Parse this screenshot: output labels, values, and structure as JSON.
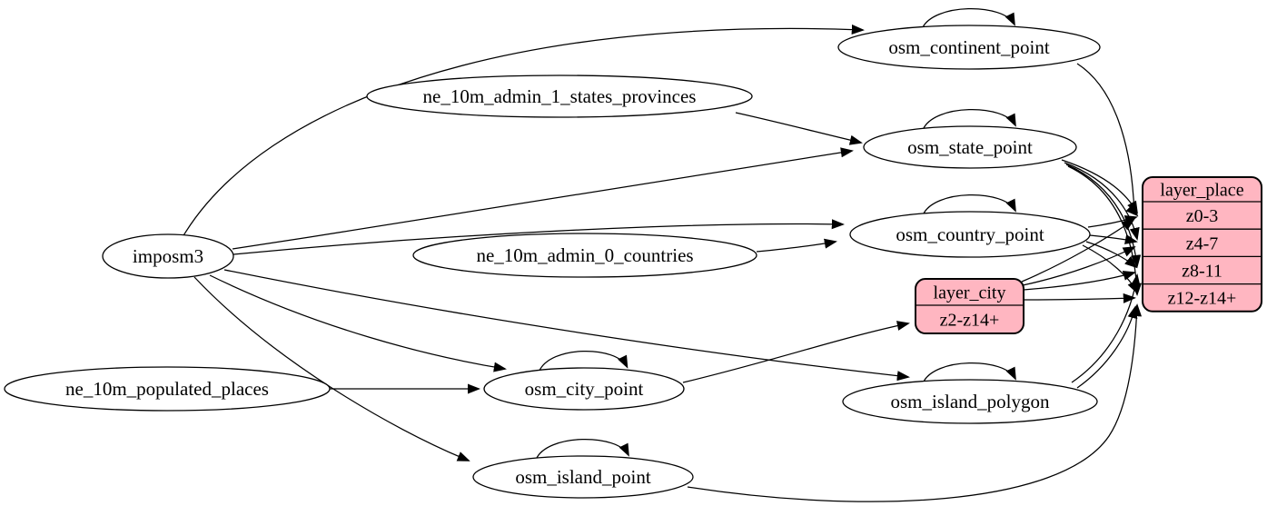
{
  "diagram": {
    "kind": "etl-graph",
    "colors": {
      "background": "#ffffff",
      "table_fill": "#ffffff",
      "layer_fill": "#ffb6c1",
      "stroke": "#000000",
      "edge": "#000000"
    },
    "nodes": [
      {
        "id": "imposm3",
        "label": "imposm3",
        "kind": "source",
        "shape": "ellipse"
      },
      {
        "id": "ne_10m_admin_1_states_provinces",
        "label": "ne_10m_admin_1_states_provinces",
        "kind": "source",
        "shape": "ellipse"
      },
      {
        "id": "ne_10m_admin_0_countries",
        "label": "ne_10m_admin_0_countries",
        "kind": "source",
        "shape": "ellipse"
      },
      {
        "id": "ne_10m_populated_places",
        "label": "ne_10m_populated_places",
        "kind": "source",
        "shape": "ellipse"
      },
      {
        "id": "osm_continent_point",
        "label": "osm_continent_point",
        "kind": "table",
        "shape": "ellipse"
      },
      {
        "id": "osm_state_point",
        "label": "osm_state_point",
        "kind": "table",
        "shape": "ellipse"
      },
      {
        "id": "osm_country_point",
        "label": "osm_country_point",
        "kind": "table",
        "shape": "ellipse"
      },
      {
        "id": "osm_city_point",
        "label": "osm_city_point",
        "kind": "table",
        "shape": "ellipse"
      },
      {
        "id": "osm_island_polygon",
        "label": "osm_island_polygon",
        "kind": "table",
        "shape": "ellipse"
      },
      {
        "id": "osm_island_point",
        "label": "osm_island_point",
        "kind": "table",
        "shape": "ellipse"
      },
      {
        "id": "layer_city",
        "label": "layer_city",
        "kind": "layer",
        "shape": "record",
        "rows": [
          "z2-z14+"
        ]
      },
      {
        "id": "layer_place",
        "label": "layer_place",
        "kind": "layer",
        "shape": "record",
        "rows": [
          "z0-3",
          "z4-7",
          "z8-11",
          "z12-z14+"
        ]
      }
    ],
    "edges": [
      {
        "from": "imposm3",
        "to": "osm_continent_point"
      },
      {
        "from": "imposm3",
        "to": "osm_state_point"
      },
      {
        "from": "imposm3",
        "to": "osm_country_point"
      },
      {
        "from": "imposm3",
        "to": "osm_city_point"
      },
      {
        "from": "imposm3",
        "to": "osm_island_polygon"
      },
      {
        "from": "imposm3",
        "to": "osm_island_point"
      },
      {
        "from": "ne_10m_admin_1_states_provinces",
        "to": "osm_state_point"
      },
      {
        "from": "ne_10m_admin_0_countries",
        "to": "osm_country_point"
      },
      {
        "from": "ne_10m_populated_places",
        "to": "osm_city_point"
      },
      {
        "from": "osm_continent_point",
        "to": "osm_continent_point"
      },
      {
        "from": "osm_state_point",
        "to": "osm_state_point"
      },
      {
        "from": "osm_country_point",
        "to": "osm_country_point"
      },
      {
        "from": "osm_city_point",
        "to": "osm_city_point"
      },
      {
        "from": "osm_island_polygon",
        "to": "osm_island_polygon"
      },
      {
        "from": "osm_island_point",
        "to": "osm_island_point"
      },
      {
        "from": "osm_continent_point",
        "to": "layer_place",
        "row": "z0-3"
      },
      {
        "from": "osm_state_point",
        "to": "layer_place",
        "row": "z0-3"
      },
      {
        "from": "osm_state_point",
        "to": "layer_place",
        "row": "z4-7"
      },
      {
        "from": "osm_state_point",
        "to": "layer_place",
        "row": "z8-11"
      },
      {
        "from": "osm_state_point",
        "to": "layer_place",
        "row": "z12-z14+"
      },
      {
        "from": "osm_country_point",
        "to": "layer_place",
        "row": "z0-3"
      },
      {
        "from": "osm_country_point",
        "to": "layer_place",
        "row": "z4-7"
      },
      {
        "from": "osm_country_point",
        "to": "layer_place",
        "row": "z8-11"
      },
      {
        "from": "osm_country_point",
        "to": "layer_place",
        "row": "z12-z14+"
      },
      {
        "from": "osm_city_point",
        "to": "layer_city",
        "row": "z2-z14+"
      },
      {
        "from": "layer_city",
        "to": "layer_place",
        "row": "z0-3"
      },
      {
        "from": "layer_city",
        "to": "layer_place",
        "row": "z4-7"
      },
      {
        "from": "layer_city",
        "to": "layer_place",
        "row": "z8-11"
      },
      {
        "from": "layer_city",
        "to": "layer_place",
        "row": "z12-z14+"
      },
      {
        "from": "osm_island_polygon",
        "to": "layer_place",
        "row": "z8-11"
      },
      {
        "from": "osm_island_polygon",
        "to": "layer_place",
        "row": "z12-z14+"
      },
      {
        "from": "osm_island_point",
        "to": "layer_place",
        "row": "z12-z14+"
      }
    ]
  }
}
